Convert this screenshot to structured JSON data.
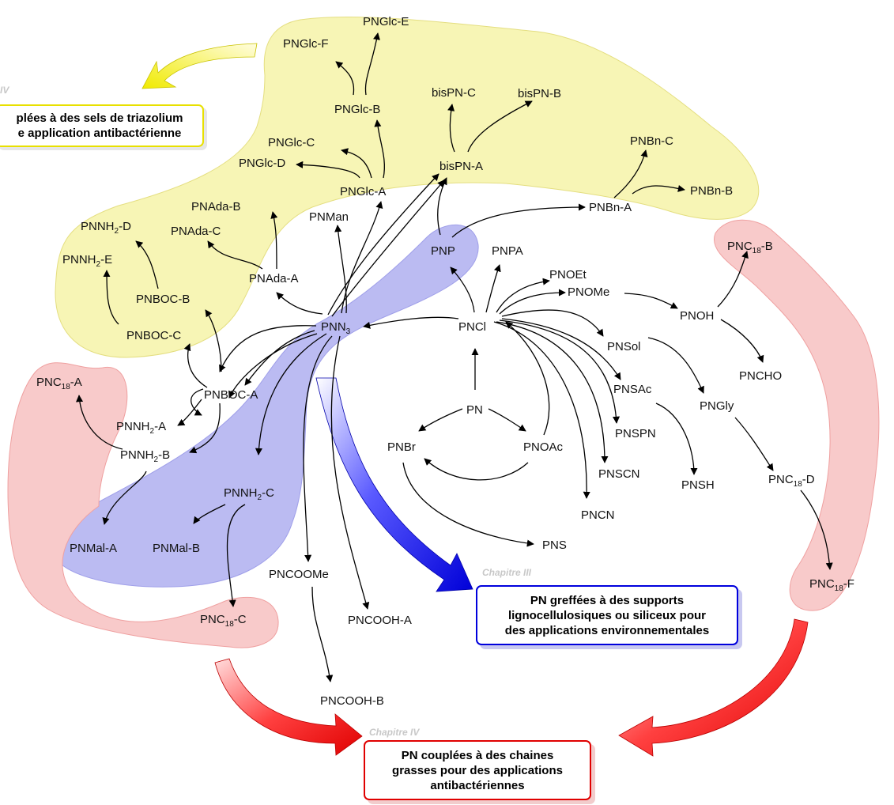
{
  "colors": {
    "yellow_region": "#f7f5b5",
    "blue_region": "#b8b8f2",
    "red_region": "#f8caca",
    "blue_arrow": "#0000ee",
    "red_arrow": "#ee1111",
    "yellow_arrow": "#f5ef10"
  },
  "nodes": {
    "PN": "PN",
    "PNBr": "PNBr",
    "PNOAc": "PNOAc",
    "PNCl": "PNCl",
    "PNN3": "PNN",
    "PNP": "PNP",
    "PNPA": "PNPA",
    "PNOEt": "PNOEt",
    "PNOMe": "PNOMe",
    "PNOH": "PNOH",
    "PNCHO": "PNCHO",
    "PNC18B_a": "PNC",
    "PNSol": "PNSol",
    "PNGly": "PNGly",
    "PNC18D_a": "PNC",
    "PNC18F_a": "PNC",
    "PNSAc": "PNSAc",
    "PNSH": "PNSH",
    "PNSPN": "PNSPN",
    "PNSCN": "PNSCN",
    "PNCN": "PNCN",
    "PNS": "PNS",
    "bisPNA": "bisPN-A",
    "bisPNB": "bisPN-B",
    "bisPNC": "bisPN-C",
    "PNBnA": "PNBn-A",
    "PNBnB": "PNBn-B",
    "PNBnC": "PNBn-C",
    "PNGlcA": "PNGlc-A",
    "PNGlcB": "PNGlc-B",
    "PNGlcC": "PNGlc-C",
    "PNGlcD": "PNGlc-D",
    "PNGlcE": "PNGlc-E",
    "PNGlcF": "PNGlc-F",
    "PNMan": "PNMan",
    "PNAdaA": "PNAda-A",
    "PNAdaB": "PNAda-B",
    "PNAdaC": "PNAda-C",
    "PNBOCA": "PNBOC-A",
    "PNBOCB": "PNBOC-B",
    "PNBOCC": "PNBOC-C",
    "PNNH2D_a": "PNNH",
    "PNNH2E_a": "PNNH",
    "PNNH2A_a": "PNNH",
    "PNNH2B_a": "PNNH",
    "PNNH2C_a": "PNNH",
    "PNC18A_a": "PNC",
    "PNC18C_a": "PNC",
    "PNMalA": "PNMal-A",
    "PNMalB": "PNMal-B",
    "PNCOOMe": "PNCOOMe",
    "PNCOOHA": "PNCOOH-A",
    "PNCOOHB": "PNCOOH-B",
    "sub3": "3",
    "sub2": "2",
    "sub18": "18",
    "sufA": "-A",
    "sufB": "-B",
    "sufC": "-C",
    "sufD": "-D",
    "sufE": "-E",
    "sufF": "-F"
  },
  "boxes": {
    "triazolium": {
      "chapter": "IV",
      "line1": "plées à des sels de triazolium",
      "line2": "e application antibactérienne"
    },
    "lignocellulosique": {
      "chapter": "Chapitre III",
      "line1": "PN greffées à des supports",
      "line2": "lignocellulosiques ou siliceux pour",
      "line3": "des applications environnementales"
    },
    "grasses": {
      "chapter": "Chapitre IV",
      "line1": "PN couplées à des chaines",
      "line2": "grasses pour des applications",
      "line3": "antibactériennes"
    }
  }
}
